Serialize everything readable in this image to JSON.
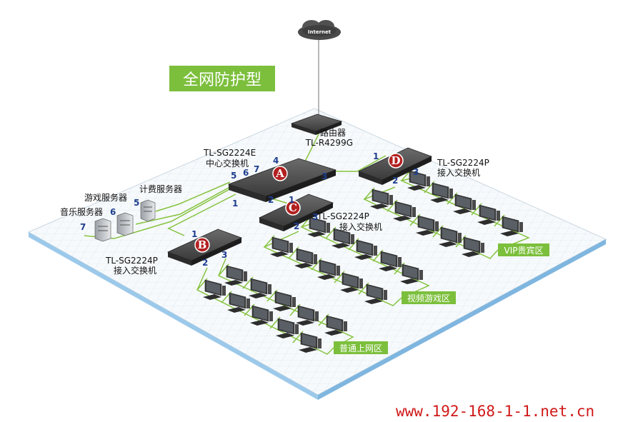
{
  "title": "全网防护型",
  "internet_label": "Internet",
  "router": {
    "line1": "路由器",
    "line2": "TL-R4299G"
  },
  "switch_a": {
    "letter": "A",
    "line1": "TL-SG2224E",
    "line2": "中心交换机",
    "ports": [
      "4",
      "5",
      "6",
      "7",
      "3",
      "1",
      "2"
    ]
  },
  "switch_b": {
    "letter": "B",
    "line1": "TL-SG2224P",
    "line2": "接入交换机",
    "ports": [
      "1",
      "2",
      "3"
    ]
  },
  "switch_c": {
    "letter": "C",
    "line1": "TL-SG2224P",
    "line2": "接入交换机",
    "ports": [
      "1",
      "2",
      "3"
    ]
  },
  "switch_d": {
    "letter": "D",
    "line1": "TL-SG2224P",
    "line2": "接入交换机",
    "ports": [
      "1",
      "2",
      "3"
    ]
  },
  "servers": {
    "billing": "计费服务器",
    "game": "游戏服务器",
    "music": "音乐服务器",
    "port_billing": "5",
    "port_game": "6",
    "port_music": "7"
  },
  "zones": {
    "normal": "普通上网区",
    "video": "视频游戏区",
    "vip": "VIP贵宾区"
  },
  "watermark": "www.192-168-1-1.net.cn",
  "colors": {
    "accent_green": "#7cbf3c",
    "line_green": "#86c33f",
    "port_blue": "#1e3f8f",
    "badge_red": "#b32020",
    "floor_edge": "#8ec1e6",
    "watermark_red": "#d01818"
  }
}
